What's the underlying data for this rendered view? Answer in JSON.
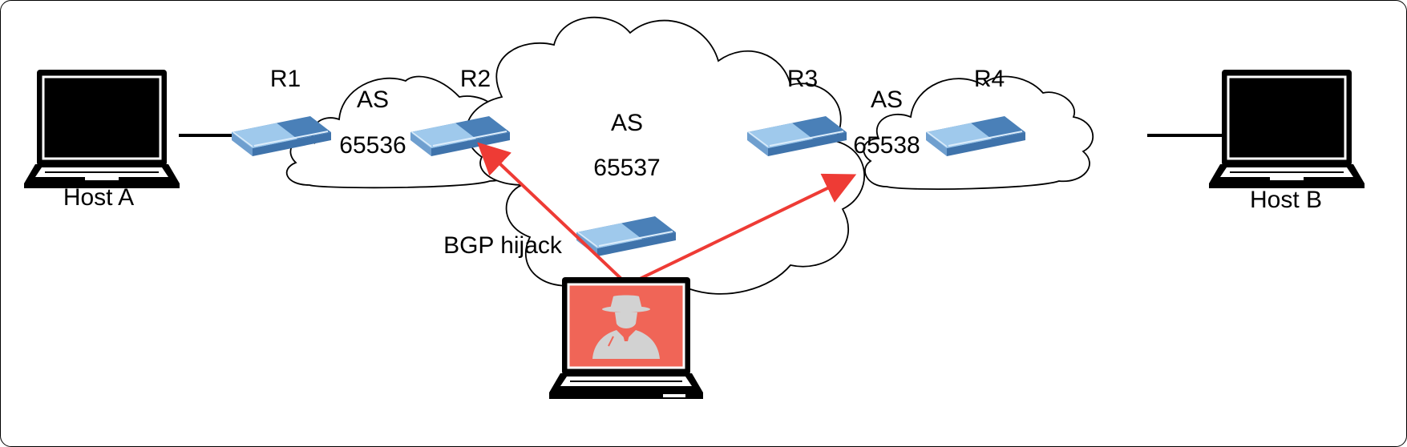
{
  "hosts": {
    "a": "Host A",
    "b": "Host B"
  },
  "routers": {
    "r1": "R1",
    "r2": "R2",
    "r3": "R3",
    "r4": "R4"
  },
  "autonomous_systems": {
    "left": {
      "prefix": "AS",
      "number": "65536"
    },
    "center": {
      "prefix": "AS",
      "number": "65537"
    },
    "right": {
      "prefix": "AS",
      "number": "65538"
    }
  },
  "attack": {
    "label": "BGP hijack",
    "arrow_color": "#ee3b35",
    "screen_color": "#f06557"
  },
  "colors": {
    "router_dark": "#4a80b8",
    "router_light": "#9fc9ec",
    "line": "#000000"
  },
  "icons": {
    "host": "laptop-icon",
    "router": "router-icon",
    "attacker": "spy-icon"
  }
}
